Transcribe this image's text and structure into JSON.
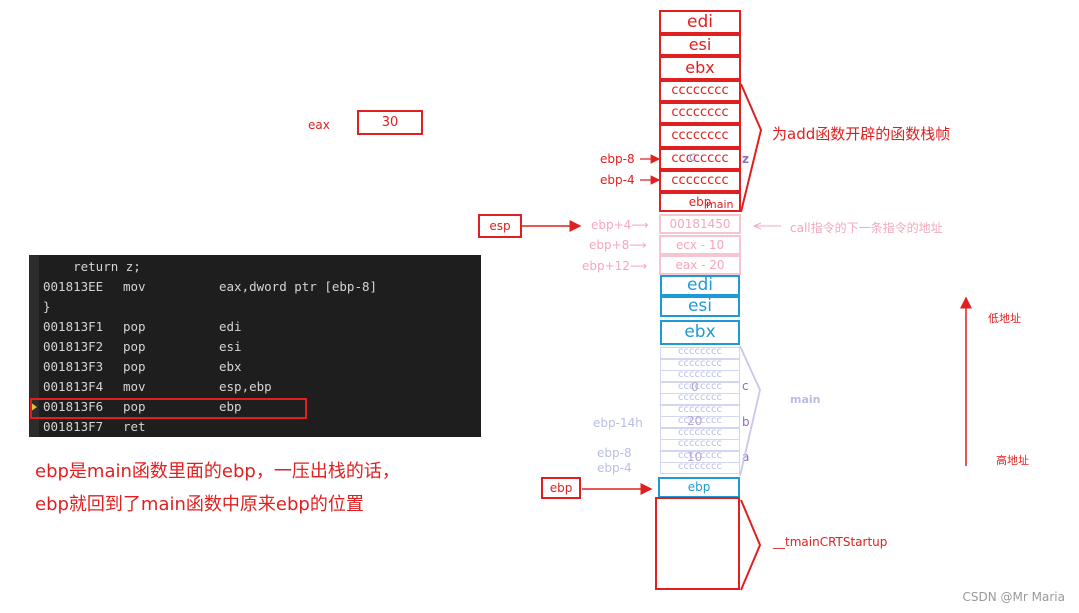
{
  "eax": {
    "label": "eax",
    "value": "30"
  },
  "stack_add": {
    "cells": [
      "edi",
      "esi",
      "ebx",
      "cccccccc",
      "cccccccc",
      "cccccccc",
      "cccccccc",
      "cccccccc",
      "ebp"
    ],
    "overlay_c": "c",
    "overlay_z": "z",
    "overlay_main": "main",
    "left_labels": {
      "ebp_minus_8": "ebp-8",
      "ebp_minus_4": "ebp-4"
    },
    "brace_label": "为add函数开辟的函数栈帧"
  },
  "stack_params": {
    "cells": [
      "00181450",
      "ecx - 10",
      "eax - 20"
    ],
    "left_labels": [
      "ebp+4",
      "ebp+8",
      "ebp+12"
    ],
    "arrow": "⟶",
    "call_note": "call指令的下一条指令的地址"
  },
  "esp_label": "esp",
  "stack_main": {
    "cells": [
      "edi",
      "esi",
      "ebx"
    ],
    "fill_text": "cccccccc",
    "values": {
      "c": "0",
      "b": "20",
      "a": "10"
    },
    "var_labels": {
      "c": "c",
      "b": "b",
      "a": "a"
    },
    "left_labels": {
      "ebp_14h": "ebp-14h",
      "ebp_8": "ebp-8",
      "ebp_4": "ebp-4"
    },
    "brace_label": "main",
    "ebp_cell": "ebp"
  },
  "ebp_label": "ebp",
  "crt": {
    "label": "__tmainCRTStartup"
  },
  "address_arrow": {
    "low": "低地址",
    "high": "高地址"
  },
  "terminal": {
    "lines": [
      {
        "addr": "",
        "op": "",
        "args": "",
        "source": "    return z;"
      },
      {
        "addr": "001813EE",
        "op": "mov",
        "args": "eax,dword ptr [ebp-8]"
      },
      {
        "addr": "",
        "op": "",
        "args": "",
        "source": "}"
      },
      {
        "addr": "001813F1",
        "op": "pop",
        "args": "edi"
      },
      {
        "addr": "001813F2",
        "op": "pop",
        "args": "esi"
      },
      {
        "addr": "001813F3",
        "op": "pop",
        "args": "ebx"
      },
      {
        "addr": "001813F4",
        "op": "mov",
        "args": "esp,ebp"
      },
      {
        "addr": "001813F6",
        "op": "pop",
        "args": "ebp"
      },
      {
        "addr": "001813F7",
        "op": "ret",
        "args": ""
      }
    ]
  },
  "note": {
    "line1": "ebp是main函数里面的ebp，一压出栈的话，",
    "line2": "ebp就回到了main函数中原来ebp的位置"
  },
  "watermark": "CSDN @Mr Maria",
  "colors": {
    "red": "#e02020",
    "blue": "#1e9ad6",
    "pink": "#f4a7ba",
    "lavender": "#b9bde6",
    "purple": "#8e6cc9",
    "terminal_bg": "#1e1e1e"
  }
}
